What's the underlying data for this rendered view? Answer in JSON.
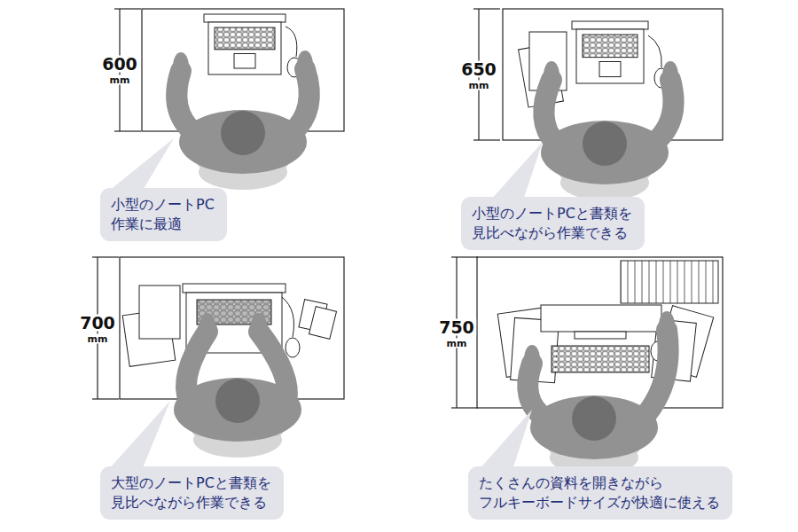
{
  "diagram": {
    "nodes": [
      {
        "text": [
          "小型のノートPC 作業に最適"
        ]
      },
      {
        "text": [
          "小型のノートPCと書類を 見比べながら作業できる"
        ]
      },
      {
        "text": [
          "大型のノートPCと書類を 見比べながら作業できる"
        ]
      },
      {
        "text": [
          "たくさんの資料を開きながら フルキーボードサイズが快適に使える"
        ]
      }
    ],
    "labels": [
      "600",
      "mm",
      "650",
      "mm",
      "700",
      "mm",
      "750",
      "mm"
    ]
  }
}
